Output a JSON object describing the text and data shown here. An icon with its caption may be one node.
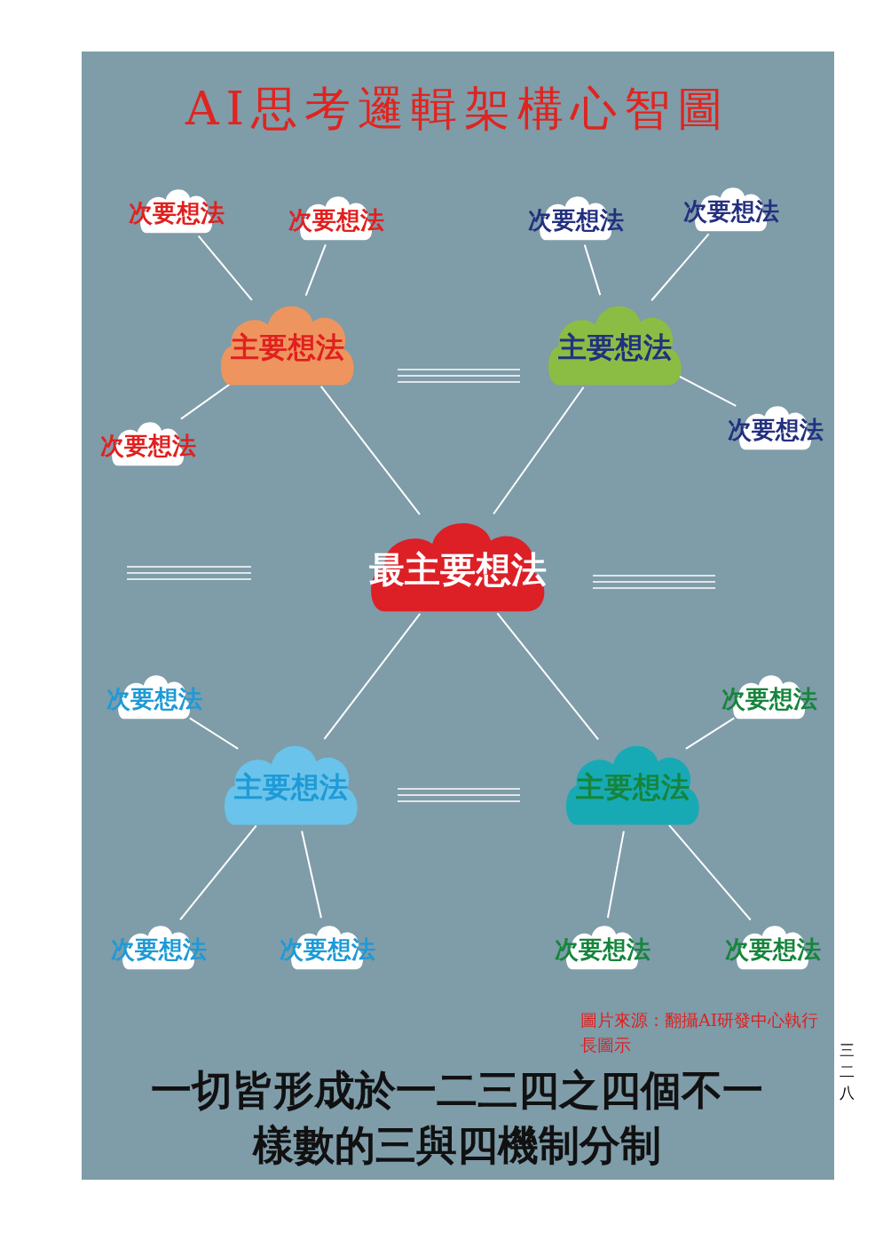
{
  "diagram": {
    "title": "AI思考邏輯架構心智圖",
    "caption": "一切皆形成於一二三四之四個不一樣數的三與四機制分制",
    "nodes": [
      {
        "text": [
          "次要想法"
        ]
      },
      {
        "text": [
          "次要想法"
        ]
      },
      {
        "text": [
          "次要想法"
        ]
      },
      {
        "text": [
          "次要想法"
        ]
      },
      {
        "text": [
          "主要想法"
        ]
      },
      {
        "text": [
          "主要想法"
        ]
      },
      {
        "text": [
          "次要想法"
        ]
      },
      {
        "text": [
          "次要想法"
        ]
      },
      {
        "text": [
          "最主要想法"
        ]
      },
      {
        "text": [
          "次要想法"
        ]
      },
      {
        "text": [
          "次要想法"
        ]
      },
      {
        "text": [
          "主要想法"
        ]
      },
      {
        "text": [
          "主要想法"
        ]
      },
      {
        "text": [
          "次要想法"
        ]
      },
      {
        "text": [
          "次要想法"
        ]
      },
      {
        "text": [
          "次要想法"
        ]
      },
      {
        "text": [
          "次要想法"
        ]
      }
    ],
    "edges": [
      {
        "from": 0,
        "to": 4,
        "arrow": "none"
      },
      {
        "from": 1,
        "to": 4,
        "arrow": "none"
      },
      {
        "from": 6,
        "to": 4,
        "arrow": "none"
      },
      {
        "from": 2,
        "to": 5,
        "arrow": "none"
      },
      {
        "from": 3,
        "to": 5,
        "arrow": "none"
      },
      {
        "from": 7,
        "to": 5,
        "arrow": "none"
      },
      {
        "from": 8,
        "to": 4,
        "arrow": "none"
      },
      {
        "from": 8,
        "to": 5,
        "arrow": "none"
      },
      {
        "from": 8,
        "to": 11,
        "arrow": "none"
      },
      {
        "from": 8,
        "to": 12,
        "arrow": "none"
      },
      {
        "from": 9,
        "to": 11,
        "arrow": "none"
      },
      {
        "from": 13,
        "to": 11,
        "arrow": "none"
      },
      {
        "from": 14,
        "to": 11,
        "arrow": "none"
      },
      {
        "from": 10,
        "to": 12,
        "arrow": "none"
      },
      {
        "from": 15,
        "to": 12,
        "arrow": "none"
      },
      {
        "from": 16,
        "to": 12,
        "arrow": "none"
      }
    ],
    "labels": [
      "圖片來源：翻攝AI研發中心執行長圖示",
      "三二八"
    ]
  }
}
